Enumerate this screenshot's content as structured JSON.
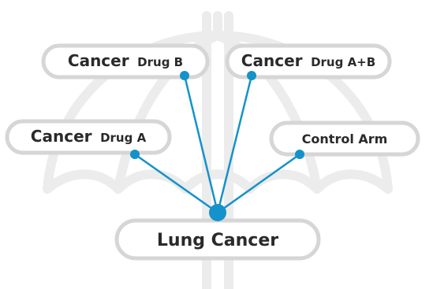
{
  "diagram": {
    "center_node": {
      "label": "Lung Cancer"
    },
    "arm_nodes": [
      {
        "id": "drug-b",
        "label_main": "Cancer",
        "label_sub": "Drug B"
      },
      {
        "id": "drug-ab",
        "label_main": "Cancer",
        "label_sub": "Drug A+B"
      },
      {
        "id": "drug-a",
        "label_main": "Cancer",
        "label_sub": "Drug A"
      },
      {
        "id": "control",
        "label_main": "",
        "label_sub": "Control Arm"
      }
    ]
  },
  "colors": {
    "connector": "#1592c9",
    "pill_border": "#d6d6d6",
    "text": "#2a2a2a",
    "background_motif": "#ececec"
  },
  "icons": {
    "background": "umbrella-icon"
  }
}
